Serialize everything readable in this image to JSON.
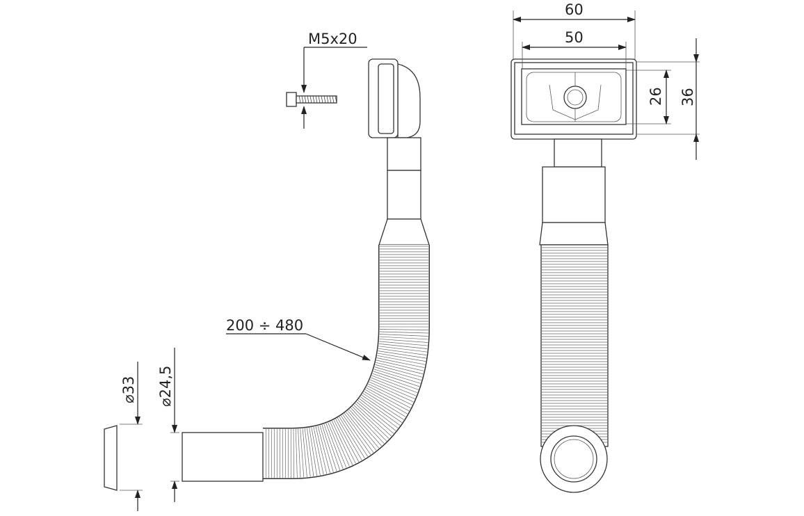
{
  "drawing": {
    "screw_label": "M5x20",
    "hose_length_label": "200 ÷ 480",
    "diameter_outer_label": "⌀33",
    "diameter_inner_label": "⌀24,5",
    "width_outer_label": "60",
    "width_inner_label": "50",
    "height_inner_label": "26",
    "height_outer_label": "36"
  }
}
